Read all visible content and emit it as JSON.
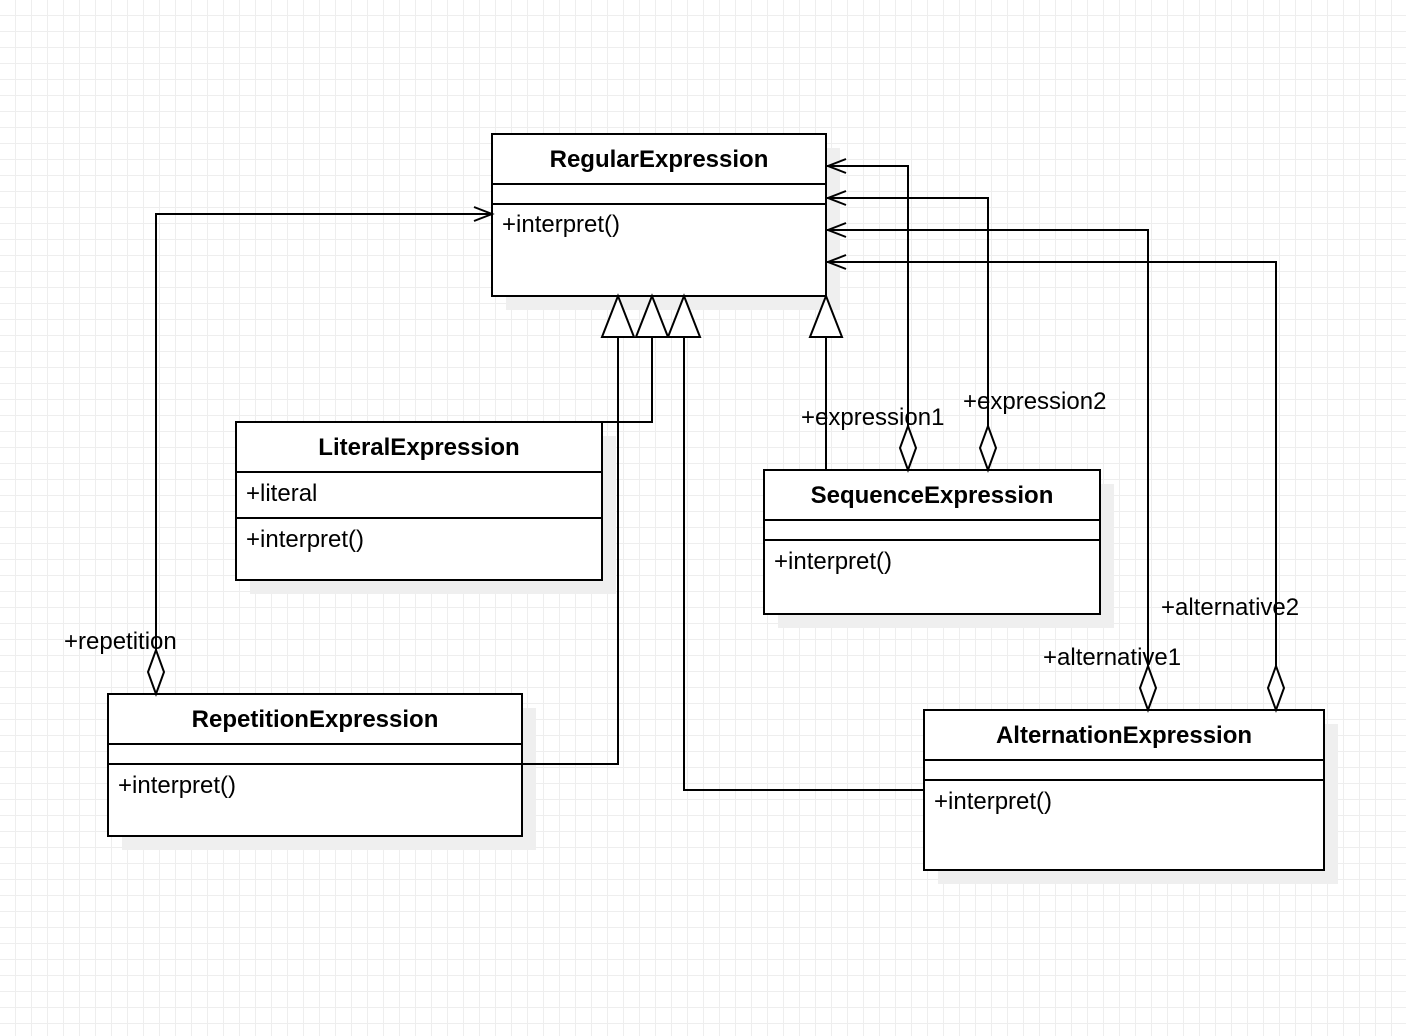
{
  "classes": {
    "regular": {
      "name": "RegularExpression",
      "attributes": [],
      "operations": [
        "+interpret()"
      ]
    },
    "literal": {
      "name": "LiteralExpression",
      "attributes": [
        "+literal"
      ],
      "operations": [
        "+interpret()"
      ]
    },
    "sequence": {
      "name": "SequenceExpression",
      "attributes": [],
      "operations": [
        "+interpret()"
      ]
    },
    "repetition": {
      "name": "RepetitionExpression",
      "attributes": [],
      "operations": [
        "+interpret()"
      ]
    },
    "alternation": {
      "name": "AlternationExpression",
      "attributes": [],
      "operations": [
        "+interpret()"
      ]
    }
  },
  "roles": {
    "expression1": "+expression1",
    "expression2": "+expression2",
    "repetition": "+repetition",
    "alternative1": "+alternative1",
    "alternative2": "+alternative2"
  }
}
